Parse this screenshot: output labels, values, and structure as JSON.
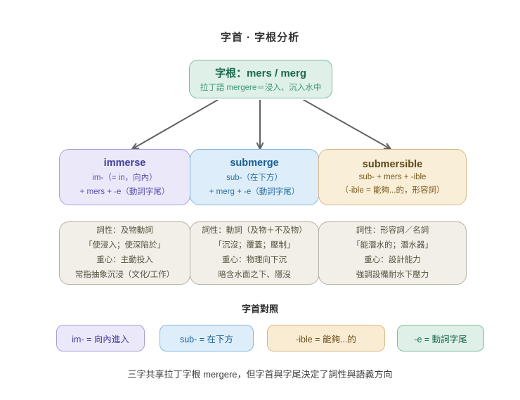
{
  "title": "字首 · 字根分析",
  "root_box": {
    "title": "字根：mers / merg",
    "subtitle": "拉丁語 mergere＝浸入、沉入水中",
    "bg": "#def0e7",
    "border": "#7fbda0",
    "title_color": "#1d6a4e",
    "subtitle_color": "#3f9873"
  },
  "word_boxes": [
    {
      "word": "immerse",
      "line1": "im-（= in，向內）",
      "line2": "+ mers + -e（動詞字尾）",
      "bg": "#ebe8f9",
      "border": "#a89fd9",
      "title_color": "#433e9b",
      "text_color": "#5a55ae"
    },
    {
      "word": "submerge",
      "line1": "sub-（在下方）",
      "line2": "+ merg + -e（動詞字尾）",
      "bg": "#ddeefa",
      "border": "#86b7dc",
      "title_color": "#1b5e93",
      "text_color": "#2f6f9f"
    },
    {
      "word": "submersible",
      "line1": "sub- + mers + -ible",
      "line2": "（-ible = 能夠...的，形容詞）",
      "bg": "#f9eed7",
      "border": "#d9b888",
      "title_color": "#5f491a",
      "text_color": "#7a5a20"
    }
  ],
  "detail_boxes": [
    {
      "lines": [
        "詞性：及物動詞",
        "「使浸入；使深陷於」",
        "重心：主動投入",
        "常指抽象沉浸（文化/工作）"
      ]
    },
    {
      "lines": [
        "詞性：動詞（及物＋不及物）",
        "「沉沒；覆蓋；壓制」",
        "重心：物理向下沉",
        "暗含水面之下、隱沒"
      ]
    },
    {
      "lines": [
        "詞性：形容詞／名詞",
        "「能潛水的；潛水器」",
        "重心：設計能力",
        "強調設備耐水下壓力"
      ]
    }
  ],
  "detail_style": {
    "bg": "#f2efe8",
    "border": "#b6b1a3",
    "text_color": "#55503e"
  },
  "affix_section": {
    "heading": "字首對照",
    "items": [
      {
        "label": "im- = 向內進入",
        "bg": "#ebe8f9",
        "border": "#a89fd9",
        "text_color": "#433e9b"
      },
      {
        "label": "sub- = 在下方",
        "bg": "#ddeefa",
        "border": "#86b7dc",
        "text_color": "#1b5e93"
      },
      {
        "label": "-ible = 能夠...的",
        "bg": "#f9ecd2",
        "border": "#d9b888",
        "text_color": "#6b4e1b"
      },
      {
        "label": "-e = 動詞字尾",
        "bg": "#def0e7",
        "border": "#7fbda0",
        "text_color": "#1d6a4e"
      }
    ]
  },
  "footer_note": "三字共享拉丁字根 mergere，但字首與字尾決定了詞性與語義方向",
  "colors": {
    "canvas": "#ffffff",
    "title": "#2e2e2e",
    "arrow": "#616161",
    "heading": "#2e2e2e",
    "note": "#3e3e3e"
  }
}
